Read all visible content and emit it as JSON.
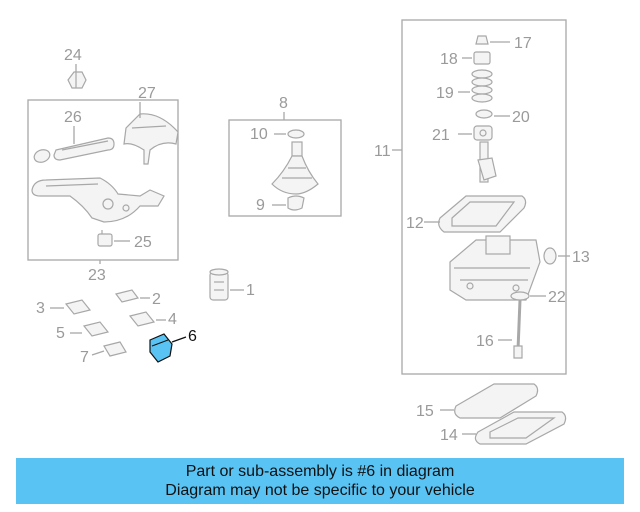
{
  "diagram": {
    "callouts": {
      "c1": "1",
      "c2": "2",
      "c3": "3",
      "c4": "4",
      "c5": "5",
      "c6": "6",
      "c7": "7",
      "c8": "8",
      "c9": "9",
      "c10": "10",
      "c11": "11",
      "c12": "12",
      "c13": "13",
      "c14": "14",
      "c15": "15",
      "c16": "16",
      "c17": "17",
      "c18": "18",
      "c19": "19",
      "c20": "20",
      "c21": "21",
      "c22": "22",
      "c23": "23",
      "c24": "24",
      "c25": "25",
      "c26": "26",
      "c27": "27"
    },
    "highlighted_part": "6",
    "highlight_color": "#59c3f3"
  },
  "banner": {
    "line1": "Part or sub-assembly is #6 in diagram",
    "line2": "Diagram may not be specific to your vehicle",
    "background": "#59c3f3"
  }
}
